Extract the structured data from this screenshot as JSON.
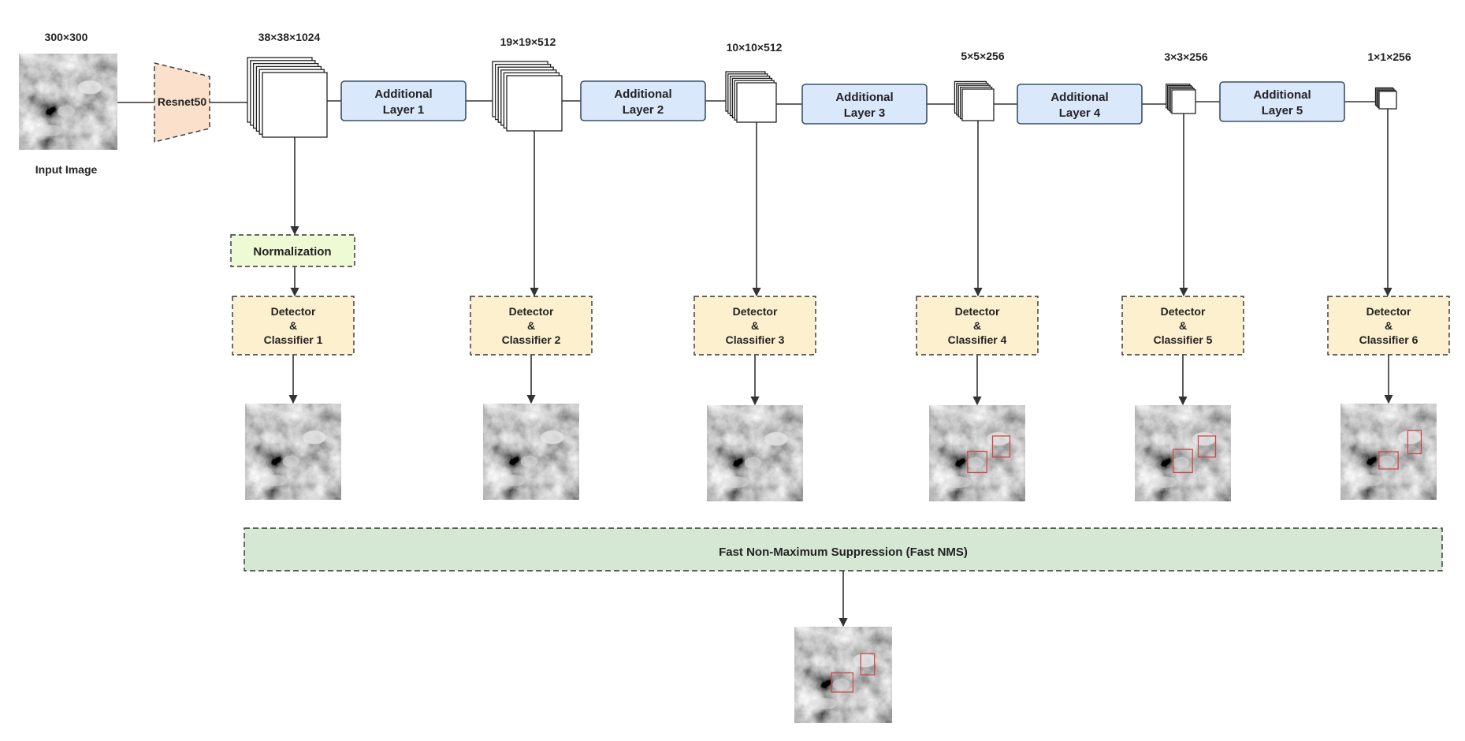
{
  "input": {
    "size_label": "300×300",
    "caption": "Input Image"
  },
  "backbone": {
    "label": "Resnet50"
  },
  "feature_dims": [
    "38×38×1024",
    "19×19×512",
    "10×10×512",
    "5×5×256",
    "3×3×256",
    "1×1×256"
  ],
  "additional_layers": [
    {
      "line1": "Additional",
      "line2": "Layer 1"
    },
    {
      "line1": "Additional",
      "line2": "Layer 2"
    },
    {
      "line1": "Additional",
      "line2": "Layer 3"
    },
    {
      "line1": "Additional",
      "line2": "Layer 4"
    },
    {
      "line1": "Additional",
      "line2": "Layer 5"
    }
  ],
  "normalization": {
    "label": "Normalization"
  },
  "detectors": [
    {
      "l1": "Detector",
      "l2": "&",
      "l3": "Classifier 1"
    },
    {
      "l1": "Detector",
      "l2": "&",
      "l3": "Classifier 2"
    },
    {
      "l1": "Detector",
      "l2": "&",
      "l3": "Classifier 3"
    },
    {
      "l1": "Detector",
      "l2": "&",
      "l3": "Classifier 4"
    },
    {
      "l1": "Detector",
      "l2": "&",
      "l3": "Classifier 5"
    },
    {
      "l1": "Detector",
      "l2": "&",
      "l3": "Classifier 6"
    }
  ],
  "nms": {
    "label": "Fast Non-Maximum Suppression (Fast NMS)"
  },
  "colors": {
    "layer_fill": "#dae8fc",
    "layer_stroke": "#3d4f66",
    "backbone_fill": "#fbe0cc",
    "norm_fill": "#eefad4",
    "detector_fill": "#fdf0cf",
    "nms_fill": "#d5e8d4",
    "detection_box": "#d04848",
    "line": "#333333"
  },
  "icons": [
    "satellite-image",
    "feature-map-stack",
    "arrow-down",
    "detection-box"
  ]
}
